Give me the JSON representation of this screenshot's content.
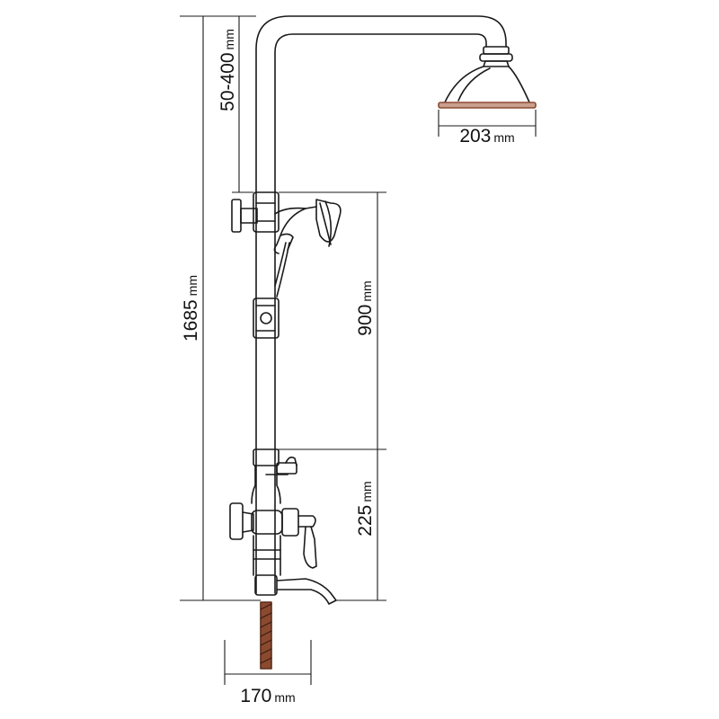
{
  "dimensions": {
    "total_height": {
      "value": "1685",
      "unit": "mm"
    },
    "arm_drop": {
      "value": "50-400",
      "unit": "mm"
    },
    "head_diameter": {
      "value": "203",
      "unit": "mm"
    },
    "slide_rail": {
      "value": "900",
      "unit": "mm"
    },
    "mixer_height": {
      "value": "225",
      "unit": "mm"
    },
    "hose_width": {
      "value": "170",
      "unit": "mm"
    }
  },
  "colors": {
    "line": "#1a1a1a",
    "hose_fill": "#8b4a30",
    "head_rim": "#8b4a30"
  }
}
